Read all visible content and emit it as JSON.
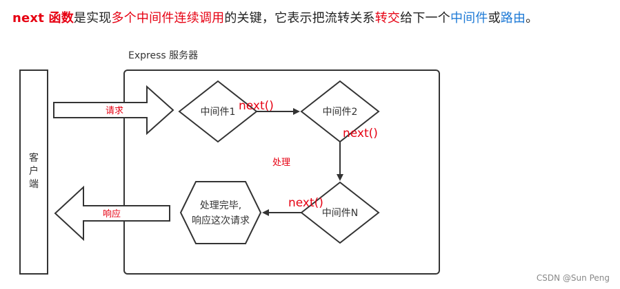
{
  "headline": {
    "part1": "next 函数",
    "part2": "是实现",
    "part3": "多个中间件连续调用",
    "part4": "的关键，它表示把流转关系",
    "part5": "转交",
    "part6": "给下一个",
    "part7": "中间件",
    "part8": "或",
    "part9": "路由",
    "part10": "。"
  },
  "diagram": {
    "server_title": "Express 服务器",
    "client_label": [
      "客",
      "户",
      "端"
    ],
    "request_label": "请求",
    "response_label": "响应",
    "middleware1": "中间件1",
    "middleware2": "中间件2",
    "middlewareN": "中间件N",
    "next_call": "next()",
    "process_label": "处理",
    "done_line1": "处理完毕,",
    "done_line2": "响应这次请求"
  },
  "watermark": "CSDN @Sun   Peng",
  "colors": {
    "red": "#e60012",
    "blue": "#1e7ad6",
    "stroke": "#333333"
  }
}
